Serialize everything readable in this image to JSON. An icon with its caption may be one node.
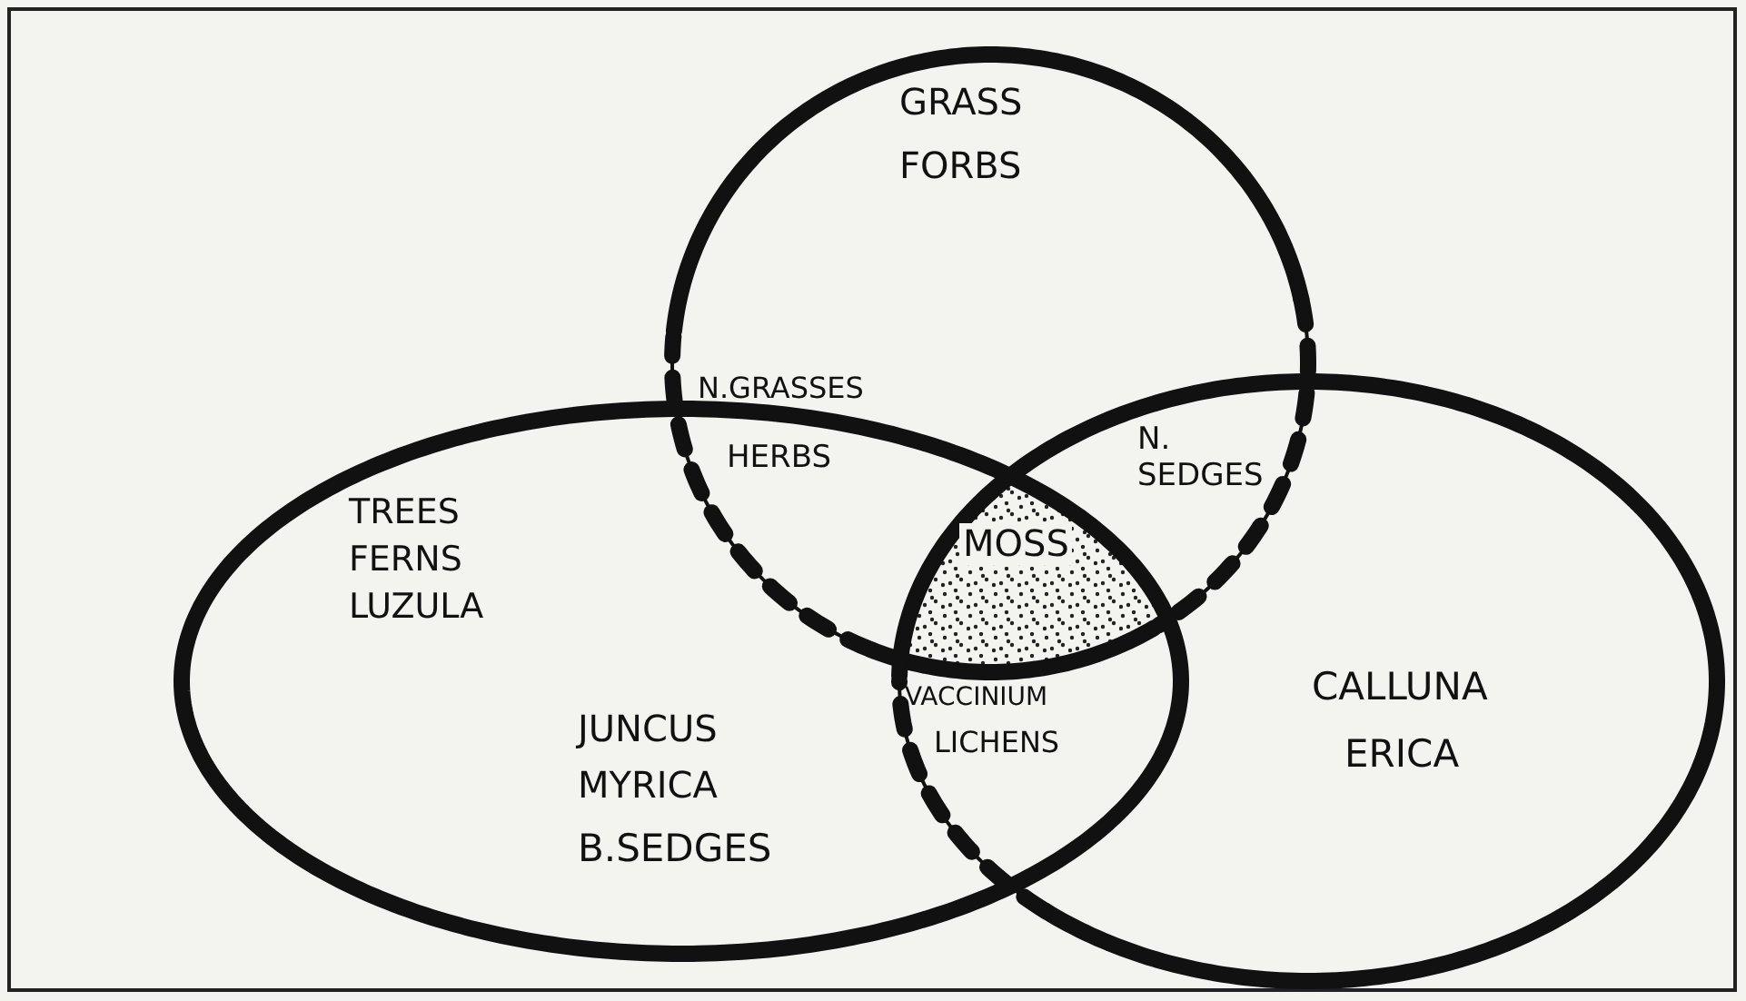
{
  "diagram": {
    "labels": [
      "GRASS",
      "FORBS",
      "N.GRASSES",
      "N. SEDGES",
      "TREES",
      "HERBS",
      "FERNS",
      "MOSS",
      "LUZULA",
      "CALLUNA",
      "VACCINIUM",
      "JUNCUS",
      "LICHENS",
      "ERICA",
      "MYRICA",
      "B.SEDGES"
    ]
  }
}
